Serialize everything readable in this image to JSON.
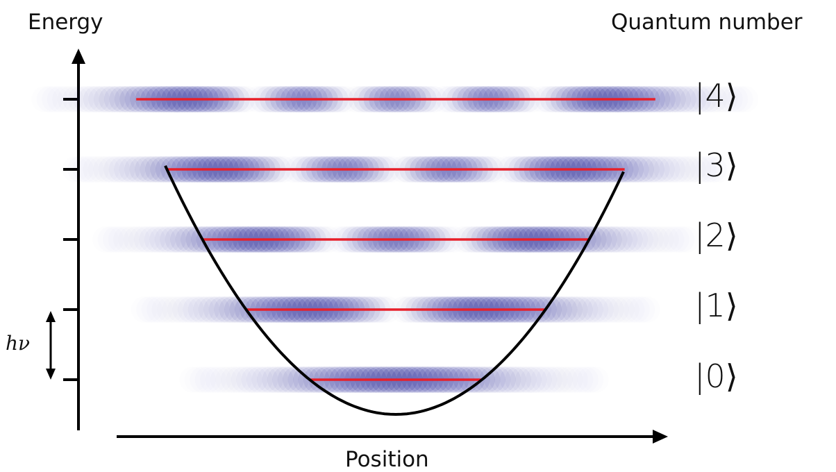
{
  "labels": {
    "energy": "Energy",
    "quantum_number": "Quantum number",
    "position": "Position",
    "quantum": "hν"
  },
  "states": [
    {
      "label": "|0⟩",
      "n": 0
    },
    {
      "label": "|1⟩",
      "n": 1
    },
    {
      "label": "|2⟩",
      "n": 2
    },
    {
      "label": "|3⟩",
      "n": 3
    },
    {
      "label": "|4⟩",
      "n": 4
    }
  ],
  "colors": {
    "axis": "#000000",
    "potential": "#000000",
    "level_line": "#e8202a",
    "wavefunction": "#2a2a9a"
  }
}
